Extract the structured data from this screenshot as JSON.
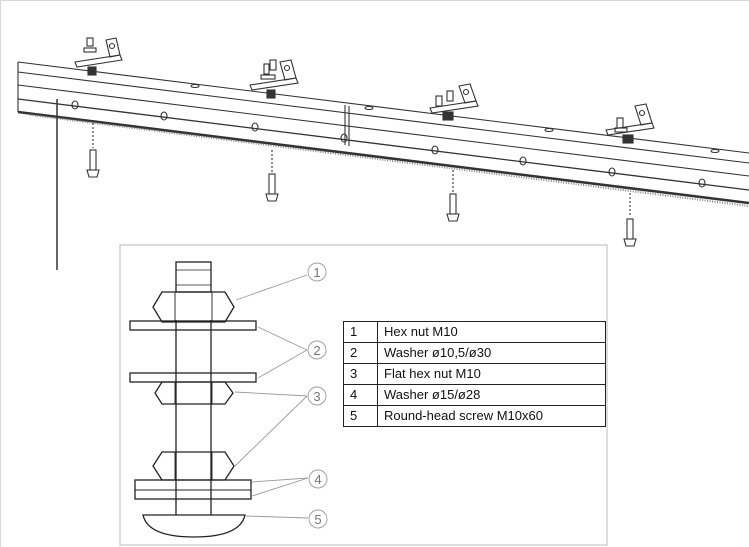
{
  "detail": {
    "callouts": [
      "1",
      "2",
      "3",
      "4",
      "5"
    ]
  },
  "parts": [
    {
      "num": "1",
      "desc": "Hex nut M10"
    },
    {
      "num": "2",
      "desc": "Washer ø10,5/ø30"
    },
    {
      "num": "3",
      "desc": "Flat hex nut M10"
    },
    {
      "num": "4",
      "desc": "Washer ø15/ø28"
    },
    {
      "num": "5",
      "desc": "Round-head screw M10x60"
    }
  ]
}
